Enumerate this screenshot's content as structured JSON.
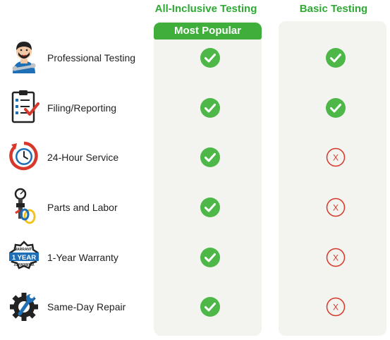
{
  "columns": {
    "all_inclusive": {
      "title": "All-Inclusive Testing",
      "badge": "Most Popular"
    },
    "basic": {
      "title": "Basic Testing"
    }
  },
  "colors": {
    "accent_green": "#3fae3a",
    "check_green": "#4db848",
    "cross_red": "#d8382b",
    "column_bg": "#f3f3ef"
  },
  "features": [
    {
      "label": "Professional Testing",
      "icon": "technician-icon",
      "all_inclusive": true,
      "basic": true
    },
    {
      "label": "Filing/Reporting",
      "icon": "clipboard-checklist-icon",
      "all_inclusive": true,
      "basic": true
    },
    {
      "label": "24-Hour Service",
      "icon": "clock-24-icon",
      "all_inclusive": true,
      "basic": false
    },
    {
      "label": "Parts and Labor",
      "icon": "gauge-parts-icon",
      "all_inclusive": true,
      "basic": false
    },
    {
      "label": "1-Year Warranty",
      "icon": "warranty-badge-icon",
      "all_inclusive": true,
      "basic": false
    },
    {
      "label": "Same-Day Repair",
      "icon": "gear-wrench-icon",
      "all_inclusive": true,
      "basic": false
    }
  ],
  "icon_text": {
    "warranty_year": "1 YEAR",
    "warranty_word": "WARRANTY"
  },
  "cross_glyph": "X"
}
